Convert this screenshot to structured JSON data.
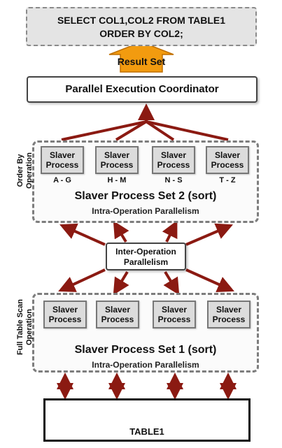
{
  "query": {
    "line1": "SELECT COL1,COL2 FROM  TABLE1",
    "line2": "ORDER BY COL2;"
  },
  "result_set": "Result Set",
  "coordinator": "Parallel Execution Coordinator",
  "set2": {
    "side_label_1": "Order By",
    "side_label_2": "Operation",
    "processes": [
      {
        "line1": "Slaver",
        "line2": "Process",
        "range": "A - G"
      },
      {
        "line1": "Slaver",
        "line2": "Process",
        "range": "H - M"
      },
      {
        "line1": "Slaver",
        "line2": "Process",
        "range": "N - S"
      },
      {
        "line1": "Slaver",
        "line2": "Process",
        "range": "T - Z"
      }
    ],
    "title": "Slaver Process Set 2 (sort)",
    "subtitle": "Intra-Operation Parallelism"
  },
  "inter": {
    "line1": "Inter-Operation",
    "line2": "Parallelism"
  },
  "set1": {
    "side_label_1": "Full Table Scan",
    "side_label_2": "Operation",
    "processes": [
      {
        "line1": "Slaver",
        "line2": "Process"
      },
      {
        "line1": "Slaver",
        "line2": "Process"
      },
      {
        "line1": "Slaver",
        "line2": "Process"
      },
      {
        "line1": "Slaver",
        "line2": "Process"
      }
    ],
    "title": "Slaver Process Set 1 (sort)",
    "subtitle": "Intra-Operation Parallelism"
  },
  "table": "TABLE1",
  "colors": {
    "arrow": "#8b1a12",
    "result_arrow": "#f29b0f",
    "result_arrow_stroke": "#c06f00"
  }
}
